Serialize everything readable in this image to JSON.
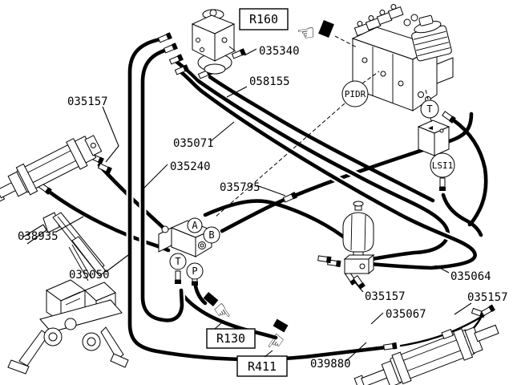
{
  "colors": {
    "background": "#ffffff",
    "line": "#000000"
  },
  "icons": {
    "pointing_hand_left": "☜",
    "pointing_hand_right": "☞"
  },
  "ref_boxes": {
    "r160": "R160",
    "r130": "R130",
    "r411": "R411"
  },
  "port_labels": {
    "pidr": "PIDR",
    "t_valve": "T",
    "lsi": "LSI1",
    "a": "A",
    "b": "B",
    "t": "T",
    "p": "P"
  },
  "part_numbers": {
    "cyl_left_fittings": "035157",
    "hose_left_cylinder": "038935",
    "hose_left_drop": "035050",
    "hose_diag_mid": "035071",
    "hose_left_inner": "035240",
    "hose_steer_return": "058155",
    "fitting_steer": "035340",
    "hose_lsi": "035795",
    "hose_right_loop": "035064",
    "accum_fittings": "035157",
    "hose_right_cyl": "035067",
    "hose_bottom_diag": "039880",
    "cyl_right_fittings": "035157"
  }
}
